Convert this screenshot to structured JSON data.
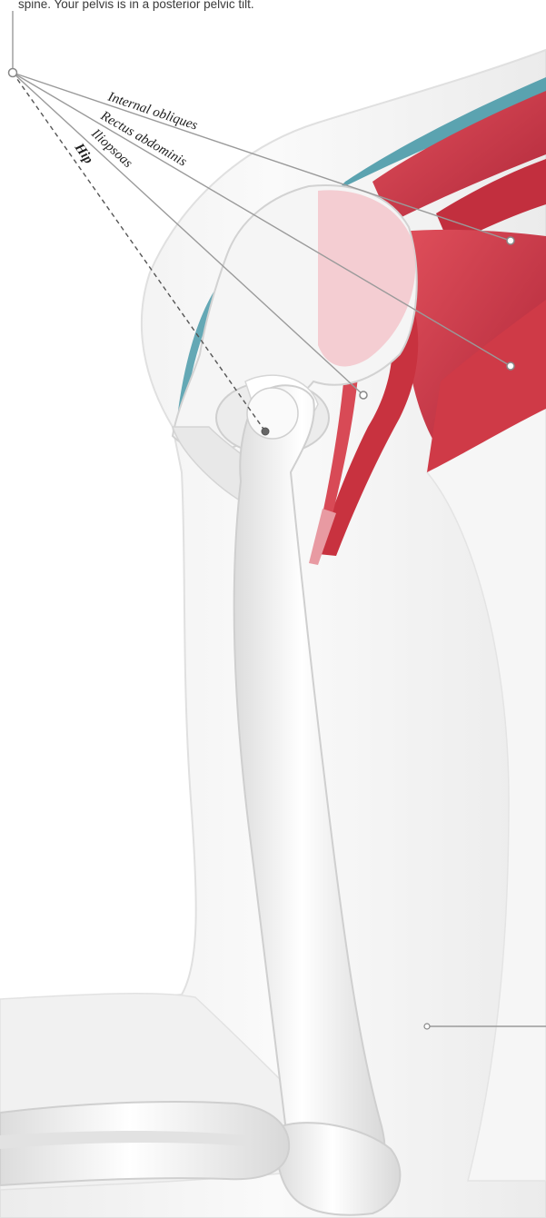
{
  "caption": {
    "text": "spine. Your pelvis is in a posterior pelvic tilt."
  },
  "labels": {
    "internal_obliques": "Internal obliques",
    "rectus_abdominis": "Rectus abdominis",
    "iliopsoas": "Iliopsoas",
    "hip": "Hip"
  },
  "colors": {
    "muscle": "#c8323f",
    "muscle_light": "#e1515c",
    "teal": "#4a9aa9",
    "bone": "#f4f4f4",
    "body_outline": "#e6e6e6",
    "leader": "#9a9a9a"
  }
}
